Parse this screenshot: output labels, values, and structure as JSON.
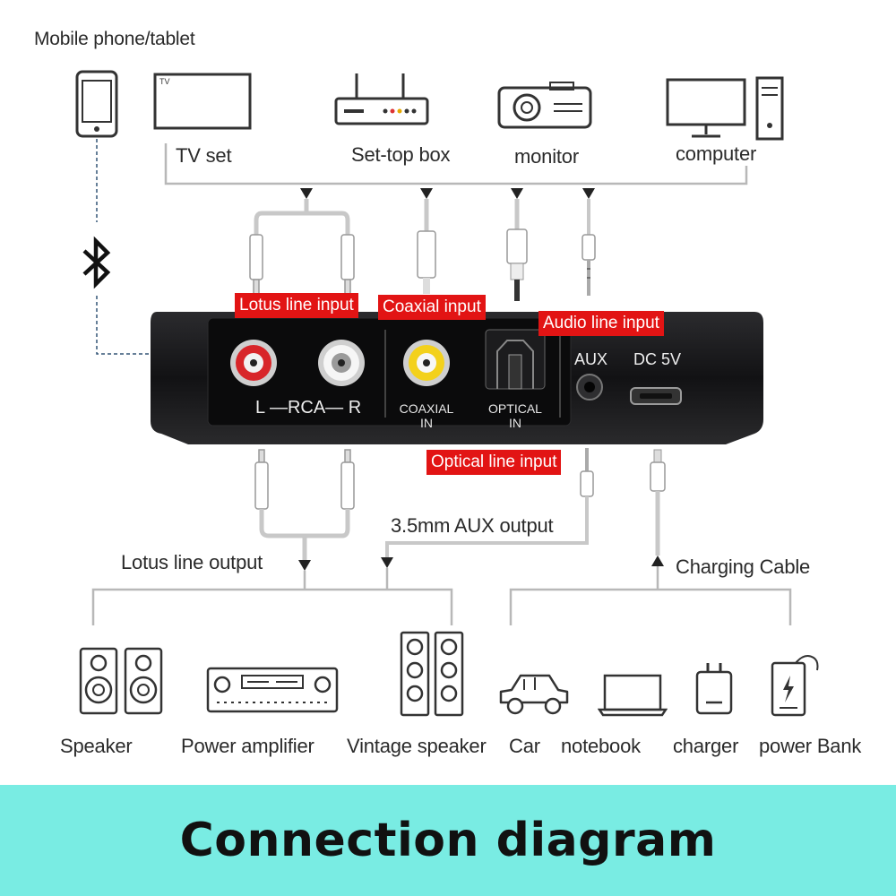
{
  "sources": {
    "mobile": "Mobile phone/tablet",
    "tv": "TV set",
    "tv_screen": "TV",
    "settop": "Set-top box",
    "monitor": "monitor",
    "computer": "computer"
  },
  "inputs": {
    "lotus_in": "Lotus line input",
    "coaxial_in": "Coaxial input",
    "audio_in": "Audio line input",
    "optical_in": "Optical line input"
  },
  "panel": {
    "rca": "L —RCA— R",
    "coaxial": "COAXIAL",
    "coaxial_in": "IN",
    "optical": "OPTICAL",
    "optical_in": "IN",
    "aux": "AUX",
    "dc": "DC 5V"
  },
  "outputs": {
    "aux_out": "3.5mm AUX output",
    "lotus_out": "Lotus line output",
    "charging": "Charging Cable"
  },
  "devices": {
    "speaker": "Speaker",
    "amplifier": "Power amplifier",
    "vintage": "Vintage speaker",
    "car": "Car",
    "notebook": "notebook",
    "charger": "charger",
    "powerbank": "power Bank"
  },
  "banner": {
    "title": "Connection diagram"
  },
  "icons": [
    "phone-icon",
    "tv-icon",
    "router-icon",
    "projector-icon",
    "monitor-icon",
    "pc-tower-icon",
    "bluetooth-icon",
    "speaker-icon",
    "amplifier-icon",
    "vintage-speaker-icon",
    "car-icon",
    "notebook-icon",
    "charger-icon",
    "power-bank-icon"
  ],
  "colors": {
    "banner_bg": "#79ece3",
    "tag_red": "#e21414",
    "device_body": "#1c1c1e"
  }
}
